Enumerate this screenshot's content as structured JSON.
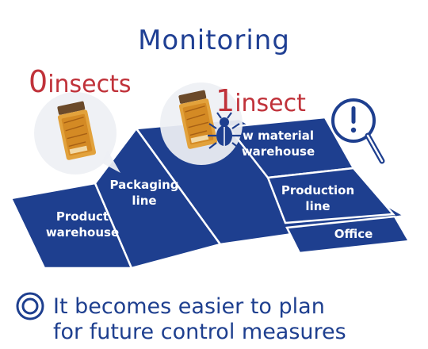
{
  "title": "Monitoring",
  "trap_left": {
    "count": "0",
    "unit": "insects"
  },
  "trap_right": {
    "count": "1",
    "unit": "insect"
  },
  "zones": {
    "product_warehouse": [
      "Product",
      "warehouse"
    ],
    "packaging_line": [
      "Packaging",
      "line"
    ],
    "raw_material_warehouse": [
      "w material",
      "warehouse"
    ],
    "production_line": [
      "Production",
      "line"
    ],
    "office": "Office"
  },
  "conclusion": {
    "line1": "It becomes easier to plan",
    "line2": "for future control measures"
  },
  "colors": {
    "navy": "#1e3f8f",
    "title_blue": "#1f3f93",
    "count_red": "#c0323a",
    "white": "#ffffff",
    "trap_orange": "#e2a23c",
    "magnifier": "#1e3f8f"
  },
  "icons": [
    "sticky-trap-icon",
    "insect-icon",
    "magnifier-exclamation-icon",
    "double-circle-icon"
  ]
}
